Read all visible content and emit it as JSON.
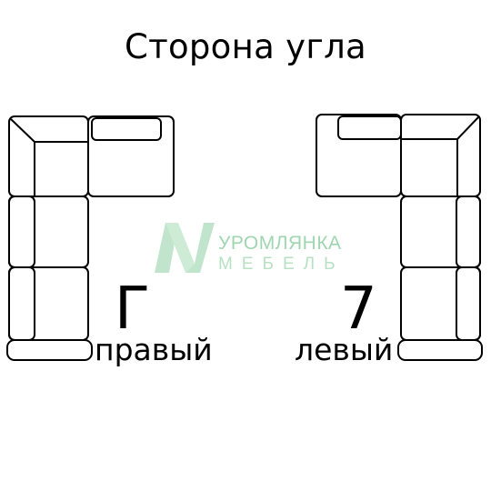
{
  "title": "Сторона угла",
  "right_variant": {
    "symbol": "Г",
    "label": "правый"
  },
  "left_variant": {
    "symbol": "7",
    "label": "левый"
  },
  "watermark": {
    "brand": "УРОМЛЯНКА",
    "sub": "МЕБЕЛЬ",
    "icon": "m-logo-icon",
    "color": "#9fd6b0"
  }
}
